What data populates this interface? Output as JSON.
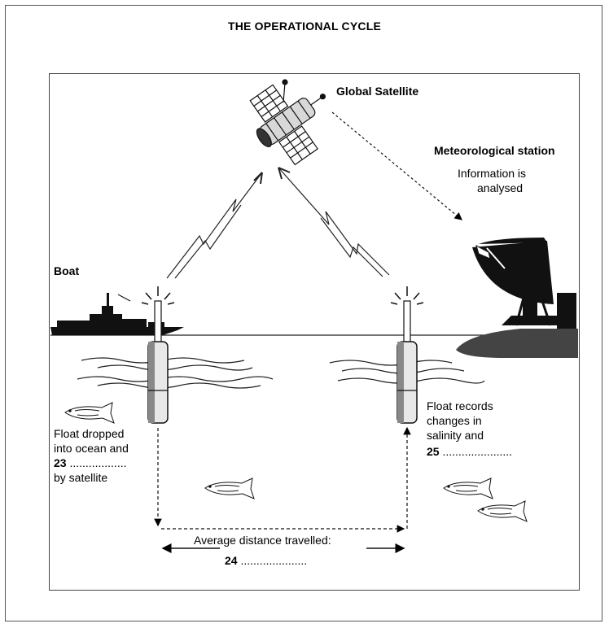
{
  "title": "THE OPERATIONAL CYCLE",
  "labels": {
    "satellite": "Global Satellite",
    "station": "Meteorological station",
    "station_info_1": "Information is",
    "station_info_2": "analysed",
    "boat": "Boat",
    "left_1": "Float dropped",
    "left_2": "into ocean and",
    "left_q_num": "23",
    "left_q_dots": "..................",
    "left_4": "by satellite",
    "right_1": "Float records",
    "right_2": "changes in",
    "right_3": "salinity and",
    "right_q_num": "25",
    "right_q_dots": "......................",
    "distance": "Average distance travelled:",
    "dist_q_num": "24",
    "dist_q_dots": "....................."
  }
}
